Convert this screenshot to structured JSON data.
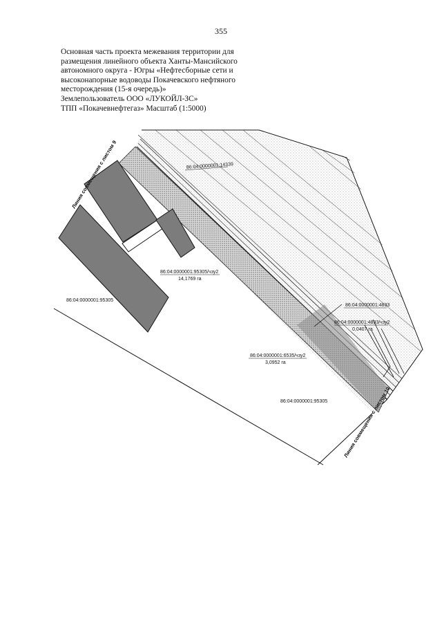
{
  "page_number": "355",
  "heading": {
    "lines": [
      "Основная часть проекта межевания территории для",
      "размещения линейного объекта Ханты-Мансийского",
      "автономного округа - Югры «Нефтесборные сети и",
      "высоконапорные водоводы Покачевского нефтяного",
      "месторождения (15-я очередь)»",
      "Землепользователь ООО «ЛУКОЙЛ-ЗС»",
      "ТПП «Покачевнефтегаз» Масштаб (1:5000)"
    ]
  },
  "map": {
    "match_line_top": "Линия совмещения с листом 9",
    "match_line_bottom": "Линия совмещения с листом 10",
    "parcels": [
      "86:04:0000001:14339",
      "86:04:0000001:95305/чзу2",
      "86:04:0000001:95305",
      "86:04:0000001:4833",
      "86:04:0000001:4833/чзу2",
      "86:04:0000001:6535/чзу2",
      "86:04:0000001:95305"
    ],
    "areas": [
      "14,1769 га",
      "0,0407 га",
      "3,0952 га"
    ],
    "colors": {
      "line": "#111111",
      "fill_dark": "#777777",
      "stipple": "#9a9a9a"
    }
  }
}
